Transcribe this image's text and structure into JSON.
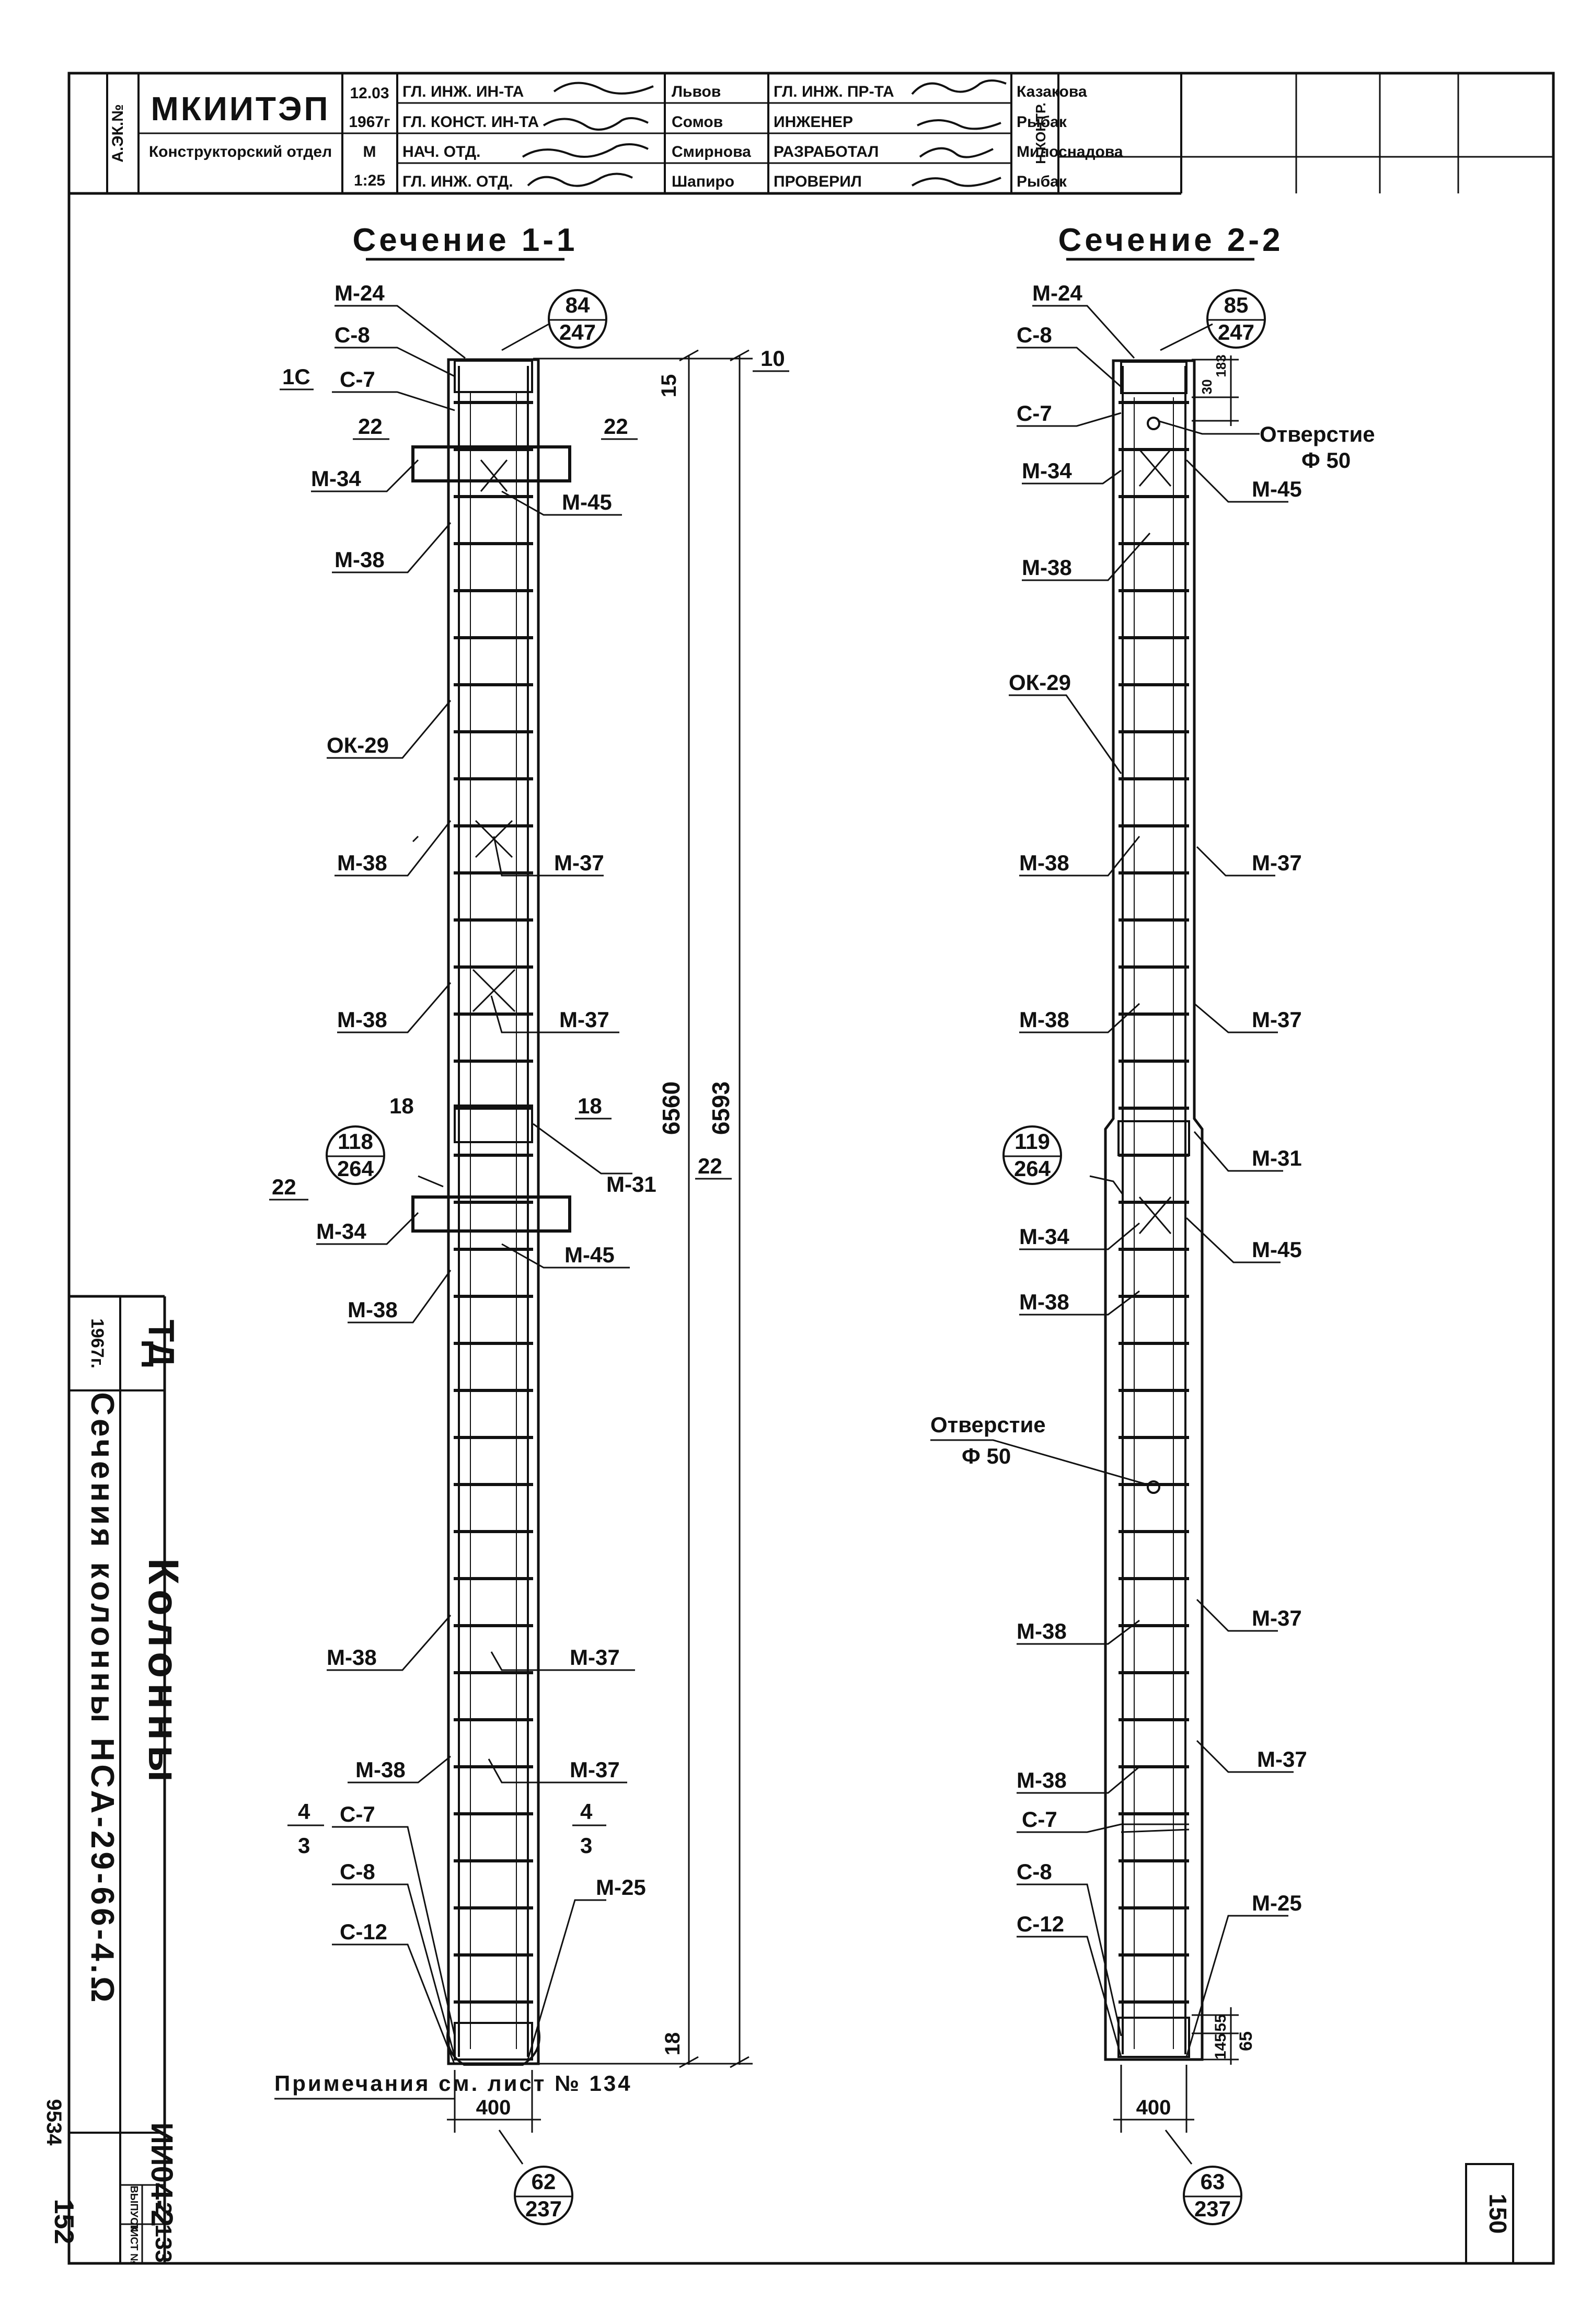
{
  "title_block": {
    "side_left": "А.ЭК.№",
    "org": "МКИИТЭП",
    "dept": "Конструкторский отдел",
    "date": "12.03",
    "year": "1967г",
    "scale_label": "М",
    "scale": "1:25",
    "roles1": [
      "ГЛ. ИНЖ. ИН-ТА",
      "ГЛ. КОНСТ. ИН-ТА",
      "НАЧ. ОТД.",
      "ГЛ. ИНЖ. ОТД."
    ],
    "names1": [
      "Львов",
      "Сомов",
      "Смирнова",
      "Шапиро"
    ],
    "roles2": [
      "ГЛ. ИНЖ. ПР-ТА",
      "ИНЖЕНЕР",
      "РАЗРАБОТАЛ",
      "ПРОВЕРИЛ"
    ],
    "names2": [
      "Казакова",
      "Рыбак",
      "Милоснадова",
      "Рыбак"
    ],
    "side_right": "Н.КОНТР.",
    "series_code": "ИИ04-2",
    "issue_label": "ВЫПУСК",
    "sheet_label": "ЛИСТ №",
    "issue": "2",
    "sheet": "133",
    "year_small": "1967г.",
    "td": "ТД",
    "title_main": "Колонны",
    "title_sub": "Сечения колонны НСА-29-66-4.Ω",
    "archive1": "9534",
    "archive2": "152",
    "page_no": "150"
  },
  "section1": {
    "title": "Сечение 1-1",
    "callout_top": [
      "84",
      "247"
    ],
    "callout_mid": [
      "118",
      "264"
    ],
    "callout_bot": [
      "62",
      "237"
    ],
    "labels": {
      "m24": "М-24",
      "c8a": "С-8",
      "c7a": "С-7",
      "m34a": "М-34",
      "m45a": "М-45",
      "m38a": "М-38",
      "ok29": "ОК-29",
      "m38b": "М-38",
      "m37a": "М-37",
      "m38c": "М-38",
      "m37b": "М-37",
      "m31": "М-31",
      "m34b": "М-34",
      "m45b": "М-45",
      "m38d": "М-38",
      "m38e": "М-38",
      "m37c": "М-37",
      "m38f": "М-38",
      "m37d": "М-37",
      "c7b": "С-7",
      "c8b": "С-8",
      "c12": "С-12",
      "m25": "М-25"
    },
    "marks": {
      "s1c": "1С",
      "s10": "10",
      "s22a": "22",
      "s22b": "22",
      "s18a": "18",
      "s18b": "18",
      "s22c": "22",
      "s22d": "22",
      "frac_top": "4",
      "frac_bot": "3",
      "frac2_top": "4",
      "frac2_bot": "3"
    },
    "dims": {
      "d15": "15",
      "d6560": "6560",
      "d6593": "6593",
      "d18": "18",
      "d400": "400"
    }
  },
  "section2": {
    "title": "Сечение 2-2",
    "callout_top": [
      "85",
      "247"
    ],
    "callout_mid": [
      "119",
      "264"
    ],
    "callout_bot": [
      "63",
      "237"
    ],
    "hole_top": [
      "Отверстие",
      "Ф 50"
    ],
    "hole_mid": [
      "Отверстие",
      "Ф 50"
    ],
    "labels": {
      "m24": "М-24",
      "c8a": "С-8",
      "c7a": "С-7",
      "m34a": "М-34",
      "m45a": "М-45",
      "m38a": "М-38",
      "ok29": "ОК-29",
      "m38b": "М-38",
      "m37a": "М-37",
      "m38c": "М-38",
      "m37b": "М-37",
      "m31": "М-31",
      "m34b": "М-34",
      "m45b": "М-45",
      "m38d": "М-38",
      "m38e": "М-38",
      "m37c": "М-37",
      "m38f": "М-38",
      "m37d": "М-37",
      "c7b": "С-7",
      "c8b": "С-8",
      "c12": "С-12",
      "m25": "М-25"
    },
    "dims": {
      "d30": "30",
      "d183": "183",
      "d55": "55",
      "d65": "65",
      "d145": "145",
      "d400": "400"
    }
  },
  "notes": "Примечания  см. лист № 134"
}
